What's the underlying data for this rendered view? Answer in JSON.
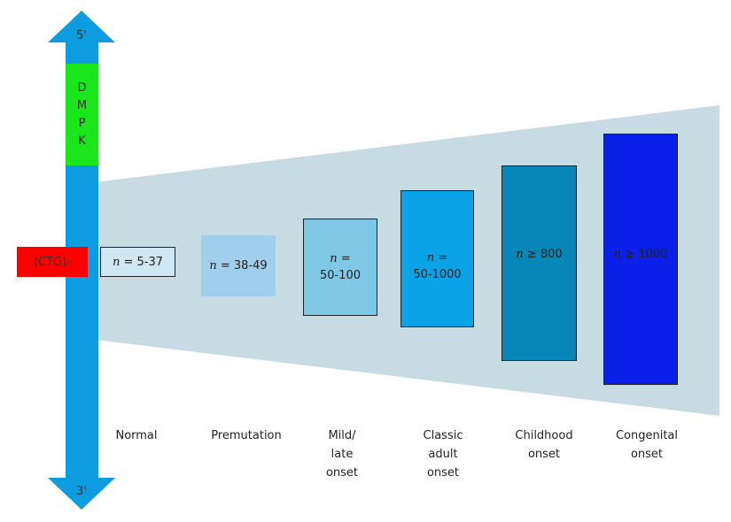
{
  "gene": {
    "five_prime": "5'",
    "three_prime": "3'",
    "name_letters": [
      "D",
      "M",
      "P",
      "K"
    ],
    "repeat_label": "(CTG)",
    "repeat_subscript": "n",
    "arrow_color": "#0d9ce0",
    "gene_color": "#1be51b",
    "repeat_color": "#ff0000"
  },
  "categories": [
    {
      "id": "normal",
      "label_lines": [
        "Normal"
      ],
      "repeat_lines": [
        "= 5-37"
      ],
      "color": "#cfe7f3"
    },
    {
      "id": "premutation",
      "label_lines": [
        "Premutation"
      ],
      "repeat_lines": [
        "= 38-49"
      ],
      "color": "#9fcfea"
    },
    {
      "id": "mild",
      "label_lines": [
        "Mild/",
        "late",
        "onset"
      ],
      "repeat_lines": [
        "=",
        "50-100"
      ],
      "color": "#7ec8e6"
    },
    {
      "id": "classic",
      "label_lines": [
        "Classic",
        "adult",
        "onset"
      ],
      "repeat_lines": [
        "=",
        "50-1000"
      ],
      "color": "#0aa3e8"
    },
    {
      "id": "childhood",
      "label_lines": [
        "Childhood",
        "onset"
      ],
      "repeat_lines": [
        "≥ 800"
      ],
      "color": "#0786b8"
    },
    {
      "id": "congenital",
      "label_lines": [
        "Congenital",
        "onset"
      ],
      "repeat_lines": [
        "≥ 1000"
      ],
      "color": "#0a1fe8"
    }
  ],
  "repeat_variable": "n",
  "funnel_color": "#c7dbe3"
}
